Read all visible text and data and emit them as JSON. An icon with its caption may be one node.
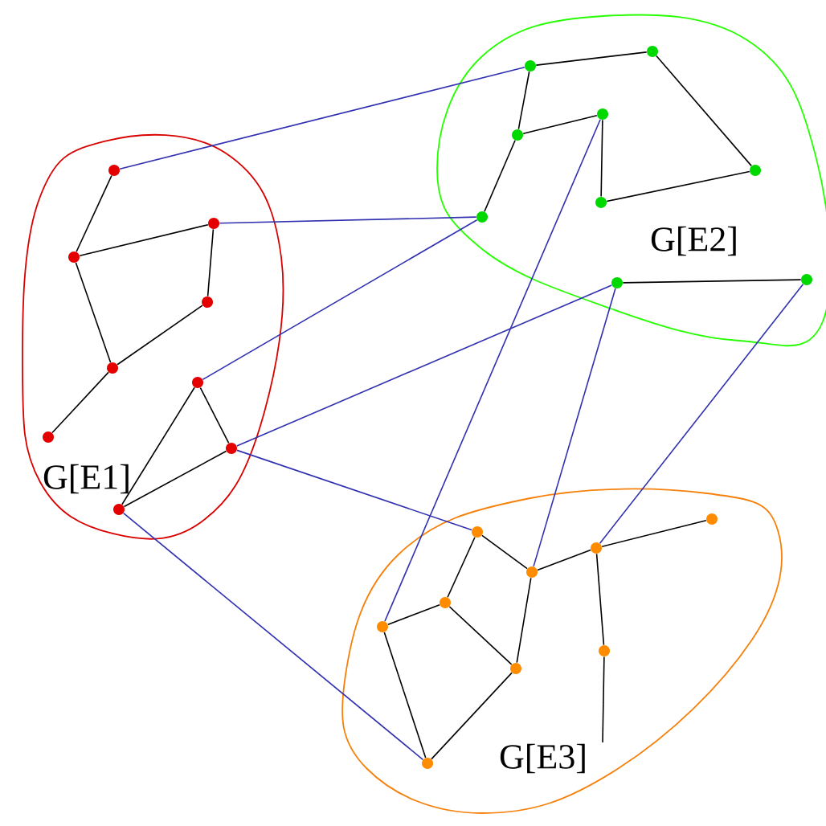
{
  "diagram": {
    "nodes": [
      {
        "text": [
          "G[E1]"
        ]
      },
      {
        "text": [],
        "shape": "circle",
        "in": 0
      },
      {
        "text": [],
        "shape": "circle",
        "in": 0
      },
      {
        "text": [],
        "shape": "circle",
        "in": 0
      },
      {
        "text": [],
        "shape": "circle",
        "in": 0
      },
      {
        "text": [],
        "shape": "circle",
        "in": 0
      },
      {
        "text": [],
        "shape": "circle",
        "in": 0
      },
      {
        "text": [],
        "shape": "circle",
        "in": 0
      },
      {
        "text": [],
        "shape": "circle",
        "in": 0
      },
      {
        "text": [],
        "shape": "circle",
        "in": 0
      },
      {
        "text": [
          "G[E2]"
        ]
      },
      {
        "text": [],
        "shape": "circle",
        "in": 10
      },
      {
        "text": [],
        "shape": "circle",
        "in": 10
      },
      {
        "text": [],
        "shape": "circle",
        "in": 10
      },
      {
        "text": [],
        "shape": "circle",
        "in": 10
      },
      {
        "text": [],
        "shape": "circle",
        "in": 10
      },
      {
        "text": [],
        "shape": "circle",
        "in": 10
      },
      {
        "text": [],
        "shape": "circle",
        "in": 10
      },
      {
        "text": [],
        "shape": "circle",
        "in": 10
      },
      {
        "text": [],
        "shape": "circle",
        "in": 10
      },
      {
        "text": [
          "G[E3]"
        ]
      },
      {
        "text": [],
        "shape": "circle",
        "in": 20
      },
      {
        "text": [],
        "shape": "circle",
        "in": 20
      },
      {
        "text": [],
        "shape": "circle",
        "in": 20
      },
      {
        "text": [],
        "shape": "circle",
        "in": 20
      },
      {
        "text": [],
        "shape": "circle",
        "in": 20
      },
      {
        "text": [],
        "shape": "circle",
        "in": 20
      },
      {
        "text": [],
        "shape": "circle",
        "in": 20
      },
      {
        "text": [],
        "shape": "circle",
        "in": 20
      },
      {
        "text": [],
        "shape": "circle",
        "in": 20
      }
    ],
    "edges": [
      {
        "from": 1,
        "to": 3,
        "arrow": "none"
      },
      {
        "from": 3,
        "to": 2,
        "arrow": "none"
      },
      {
        "from": 2,
        "to": 4,
        "arrow": "none"
      },
      {
        "from": 4,
        "to": 5,
        "arrow": "none"
      },
      {
        "from": 3,
        "to": 5,
        "arrow": "none"
      },
      {
        "from": 5,
        "to": 7,
        "arrow": "none"
      },
      {
        "from": 6,
        "to": 8,
        "arrow": "none"
      },
      {
        "from": 6,
        "to": 9,
        "arrow": "none"
      },
      {
        "from": 8,
        "to": 9,
        "arrow": "none"
      },
      {
        "from": 12,
        "to": 11,
        "arrow": "none"
      },
      {
        "from": 11,
        "to": 15,
        "arrow": "none"
      },
      {
        "from": 12,
        "to": 14,
        "arrow": "none"
      },
      {
        "from": 14,
        "to": 13,
        "arrow": "none"
      },
      {
        "from": 13,
        "to": 16,
        "arrow": "none"
      },
      {
        "from": 16,
        "to": 15,
        "arrow": "none"
      },
      {
        "from": 14,
        "to": 17,
        "arrow": "none"
      },
      {
        "from": 19,
        "to": 18,
        "arrow": "none"
      },
      {
        "from": 22,
        "to": 24,
        "arrow": "none"
      },
      {
        "from": 22,
        "to": 25,
        "arrow": "none"
      },
      {
        "from": 25,
        "to": 26,
        "arrow": "none"
      },
      {
        "from": 25,
        "to": 28,
        "arrow": "none"
      },
      {
        "from": 24,
        "to": 28,
        "arrow": "none"
      },
      {
        "from": 24,
        "to": 23,
        "arrow": "none"
      },
      {
        "from": 23,
        "to": 21,
        "arrow": "none"
      },
      {
        "from": 23,
        "to": 27,
        "arrow": "none"
      },
      {
        "from": 27,
        "to": null,
        "arrow": "none"
      },
      {
        "from": 26,
        "to": 29,
        "arrow": "none"
      },
      {
        "from": 28,
        "to": 29,
        "arrow": "none"
      },
      {
        "from": 1,
        "to": 12,
        "arrow": "none",
        "color": "#3030b0"
      },
      {
        "from": 2,
        "to": 17,
        "arrow": "none",
        "color": "#3030b0"
      },
      {
        "from": 6,
        "to": 17,
        "arrow": "none",
        "color": "#3030b0"
      },
      {
        "from": 8,
        "to": 19,
        "arrow": "none",
        "color": "#3030b0"
      },
      {
        "from": 8,
        "to": 22,
        "arrow": "none",
        "color": "#3030b0"
      },
      {
        "from": 9,
        "to": 29,
        "arrow": "none",
        "color": "#3030b0"
      },
      {
        "from": 13,
        "to": 26,
        "arrow": "none",
        "color": "#3030b0"
      },
      {
        "from": 19,
        "to": 24,
        "arrow": "none",
        "color": "#3030b0"
      },
      {
        "from": 18,
        "to": 23,
        "arrow": "none",
        "color": "#3030b0"
      }
    ]
  }
}
